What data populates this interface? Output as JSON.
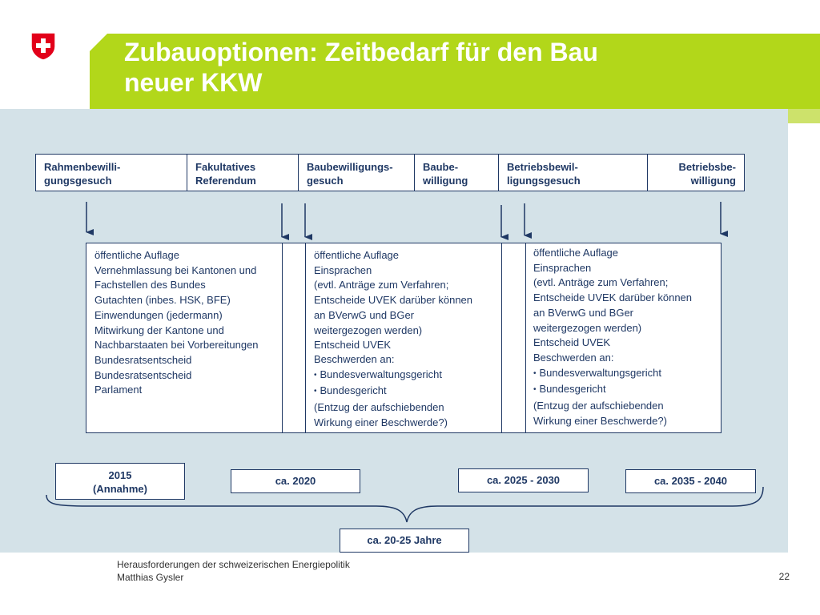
{
  "slide": {
    "title_line1": "Zubauoptionen: Zeitbedarf für den Bau",
    "title_line2": "neuer KKW",
    "logo_icon": "swiss-cross-shield-icon",
    "colors": {
      "header": "#b2d71a",
      "panel": "#d4e2e8",
      "accent": "#1f3864"
    }
  },
  "process": {
    "steps": [
      {
        "line1": "Rahmenbewilli-",
        "line2": "gungsgesuch"
      },
      {
        "line1": "Fakultatives",
        "line2": "Referendum"
      },
      {
        "line1": "Baubewilligungs-",
        "line2": "gesuch"
      },
      {
        "line1": "Baube-",
        "line2": "willigung"
      },
      {
        "line1": "Betriebsbewil-",
        "line2": "ligungsgesuch"
      },
      {
        "line1": "Betriebsbe-",
        "line2": "willigung"
      }
    ]
  },
  "details": {
    "col1": [
      "öffentliche Auflage",
      "Vernehmlassung bei Kantonen und",
      "Fachstellen des Bundes",
      "Gutachten (inbes. HSK, BFE)",
      "Einwendungen (jedermann)",
      "Mitwirkung der Kantone und",
      "Nachbarstaaten bei Vorbereitungen",
      "Bundesratsentscheid",
      "Bundesratsentscheid",
      "Parlament"
    ],
    "col2": {
      "lines": [
        "öffentliche Auflage",
        "Einsprachen",
        "(evtl. Anträge zum Verfahren;",
        "Entscheide UVEK darüber können",
        "an BVerwG und BGer",
        "weitergezogen werden)",
        "Entscheid UVEK"
      ],
      "appeal_label": "Beschwerden an:",
      "bullets": [
        "Bundesverwaltungsgericht",
        "Bundesgericht"
      ],
      "note1": "(Entzug der aufschiebenden",
      "note2": "Wirkung einer Beschwerde?)"
    },
    "col3": {
      "lines": [
        "öffentliche Auflage",
        "Einsprachen",
        "(evtl. Anträge zum Verfahren;",
        "Entscheide UVEK darüber können",
        "an BVerwG und BGer",
        "weitergezogen werden)",
        "Entscheid UVEK",
        "Beschwerden an:"
      ],
      "bullets": [
        "Bundesverwaltungsgericht",
        "Bundesgericht"
      ],
      "note1": "(Entzug der aufschiebenden",
      "note2": "Wirkung einer Beschwerde?)"
    }
  },
  "timeline": {
    "d1_line1": "2015",
    "d1_line2": "(Annahme)",
    "d2": "ca. 2020",
    "d3": "ca. 2025 - 2030",
    "d4": "ca. 2035 - 2040",
    "total": "ca. 20-25 Jahre"
  },
  "footer": {
    "line1": "Herausforderungen der schweizerischen Energiepolitik",
    "line2": "Matthias Gysler",
    "page": "22"
  }
}
